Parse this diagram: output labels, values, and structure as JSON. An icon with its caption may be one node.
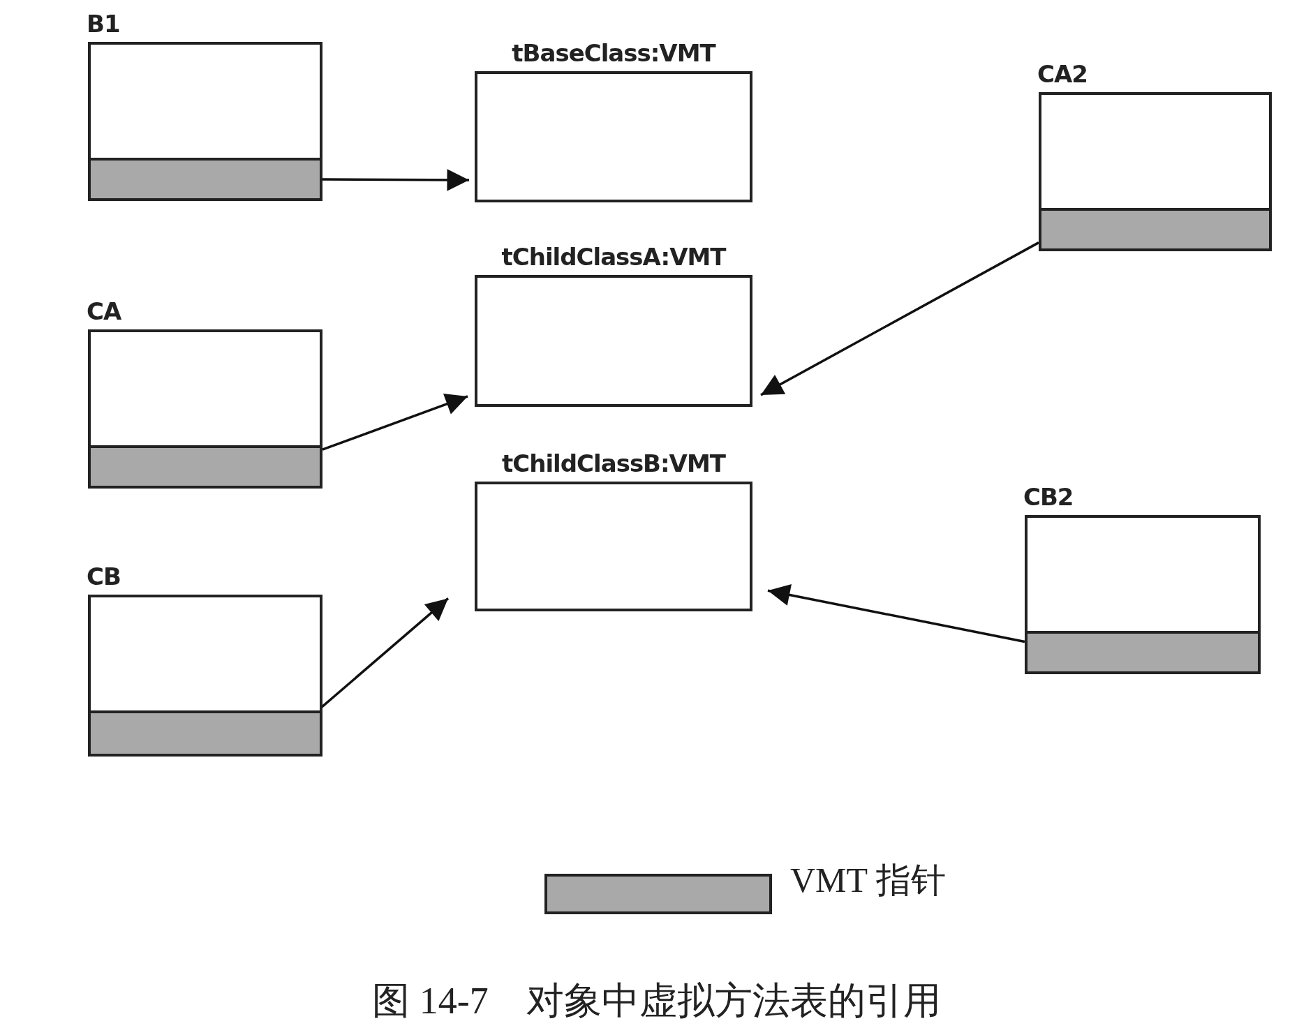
{
  "diagram": {
    "caption": "图 14-7　对象中虚拟方法表的引用",
    "nodes": [
      {
        "text": [
          "B1"
        ]
      },
      {
        "text": [],
        "shape": "bar",
        "in": 0
      },
      {
        "text": [
          "tBaseClass:VMT"
        ]
      },
      {
        "text": [
          "CA2"
        ]
      },
      {
        "text": [],
        "shape": "bar",
        "in": 3
      },
      {
        "text": [
          "tChildClassA:VMT"
        ]
      },
      {
        "text": [
          "CA"
        ]
      },
      {
        "text": [],
        "shape": "bar",
        "in": 6
      },
      {
        "text": [
          "tChildClassB:VMT"
        ]
      },
      {
        "text": [
          "CB2"
        ]
      },
      {
        "text": [],
        "shape": "bar",
        "in": 9
      },
      {
        "text": [
          "CB"
        ]
      },
      {
        "text": [],
        "shape": "bar",
        "in": 11
      }
    ],
    "edges": [
      {
        "from": 1,
        "to": 2,
        "arrow": "to"
      },
      {
        "from": 4,
        "to": 5,
        "arrow": "to"
      },
      {
        "from": 7,
        "to": 5,
        "arrow": "to"
      },
      {
        "from": 10,
        "to": 8,
        "arrow": "to"
      },
      {
        "from": 12,
        "to": 8,
        "arrow": "to"
      }
    ],
    "legend": [
      {
        "text": "VMT 指针",
        "color": "#a9a9a9"
      }
    ]
  }
}
